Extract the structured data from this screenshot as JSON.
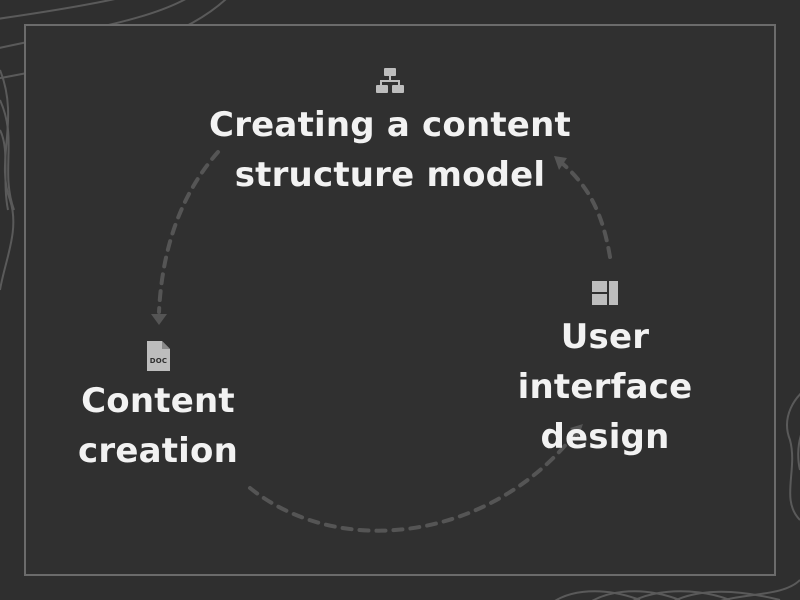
{
  "diagram": {
    "nodes": [
      {
        "id": "top",
        "lines": [
          "Creating a content",
          "structure model"
        ],
        "icon": "sitemap-icon"
      },
      {
        "id": "right",
        "lines": [
          "User interface",
          "design"
        ],
        "icon": "layout-icon"
      },
      {
        "id": "left",
        "lines": [
          "Content",
          "creation"
        ],
        "icon": "doc-file-icon",
        "icon_text": "DOC"
      }
    ],
    "flow": [
      "left",
      "right",
      "top",
      "left"
    ],
    "colors": {
      "background": "#2f2f2f",
      "frame": "#6b6b6b",
      "text": "#f2f2f2",
      "icon": "#bdbdbd",
      "arrow": "#555555",
      "contour": "#5a5a5a"
    }
  }
}
